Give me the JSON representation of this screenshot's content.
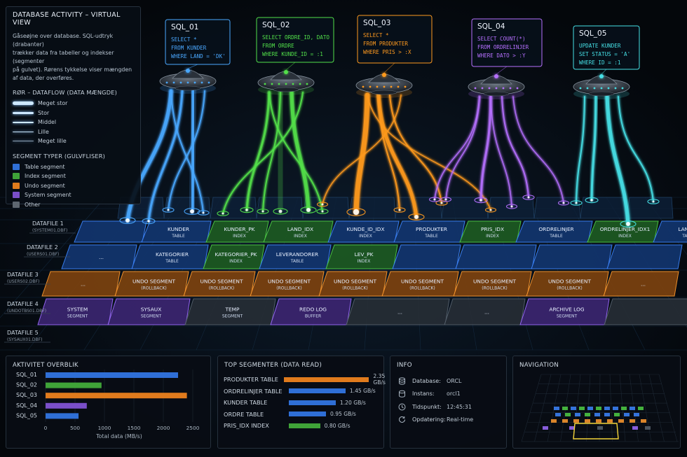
{
  "legend": {
    "title": "DATABASE ACTIVITY – VIRTUAL VIEW",
    "description_lines": [
      "Gåseøjne over database. SQL-udtryk (drabanter)",
      "trækker data fra tabeller og indekser (segmenter",
      "på gulvet). Rørens tykkelse viser mængden",
      "af data, der overføres."
    ],
    "pipe_title": "RØR – DATAFLOW (DATA MÆNGDE)",
    "pipes": [
      "Meget stor",
      "Stor",
      "Middel",
      "Lille",
      "Meget lille"
    ],
    "segment_title": "SEGMENT TYPER (GULVFLISER)",
    "segment_types": [
      {
        "label": "Table segment",
        "color": "#2f6fd6"
      },
      {
        "label": "Index segment",
        "color": "#3fa338"
      },
      {
        "label": "Undo segment",
        "color": "#e07b1d"
      },
      {
        "label": "System segment",
        "color": "#7a4fc9"
      },
      {
        "label": "Other",
        "color": "#5d6670"
      }
    ]
  },
  "queries": [
    {
      "id": "SQL_01",
      "lines": [
        "SELECT *",
        "FROM KUNDER",
        "WHERE LAND = 'DK'"
      ],
      "color": "#4aa8ff"
    },
    {
      "id": "SQL_02",
      "lines": [
        "SELECT ORDRE_ID, DATO",
        "FROM ORDRE",
        "WHERE KUNDE_ID = :1"
      ],
      "color": "#52e04a"
    },
    {
      "id": "SQL_03",
      "lines": [
        "SELECT *",
        "FROM PRODUKTER",
        "WHERE PRIS > :X"
      ],
      "color": "#ff9a1f"
    },
    {
      "id": "SQL_04",
      "lines": [
        "SELECT COUNT(*)",
        "FROM ORDRELINJER",
        "WHERE DATO > :Y"
      ],
      "color": "#b670ff"
    },
    {
      "id": "SQL_05",
      "lines": [
        "UPDATE KUNDER",
        "SET STATUS = 'A'",
        "WHERE ID = :1"
      ],
      "color": "#46e0e6"
    }
  ],
  "datafiles": [
    {
      "name": "DATAFILE 1",
      "file": "(SYSTEM01.DBF)"
    },
    {
      "name": "DATAFILE 2",
      "file": "(USERS01.DBF)"
    },
    {
      "name": "DATAFILE 3",
      "file": "(USERS02.DBF)"
    },
    {
      "name": "DATAFILE 4",
      "file": "(UNDOTBS01.DBF)"
    },
    {
      "name": "DATAFILE 5",
      "file": "(SYSAUX01.DBF)"
    }
  ],
  "tiles": {
    "row1": [
      {
        "l1": "",
        "l2": "",
        "t": "table"
      },
      {
        "l1": "KUNDER",
        "l2": "TABLE",
        "t": "table"
      },
      {
        "l1": "KUNDER_PK",
        "l2": "INDEX",
        "t": "index"
      },
      {
        "l1": "LAND_IDX",
        "l2": "INDEX",
        "t": "index"
      },
      {
        "l1": "KUNDE_ID_IDX",
        "l2": "INDEX",
        "t": "table"
      },
      {
        "l1": "PRODUKTER",
        "l2": "TABLE",
        "t": "table"
      },
      {
        "l1": "PRIS_IDX",
        "l2": "INDEX",
        "t": "index"
      },
      {
        "l1": "ORDRELINJER",
        "l2": "TABLE",
        "t": "table"
      },
      {
        "l1": "ORDRELINJER_IDX1",
        "l2": "INDEX",
        "t": "index"
      },
      {
        "l1": "LANDER",
        "l2": "TABLE",
        "t": "table"
      }
    ],
    "row2": [
      {
        "l1": "...",
        "l2": "",
        "t": "table"
      },
      {
        "l1": "KATEGORIER",
        "l2": "TABLE",
        "t": "table"
      },
      {
        "l1": "KATEGORIER_PK",
        "l2": "INDEX",
        "t": "index"
      },
      {
        "l1": "LEVERANDORER",
        "l2": "TABLE",
        "t": "table"
      },
      {
        "l1": "LEV_PK",
        "l2": "INDEX",
        "t": "index"
      },
      {
        "l1": "",
        "l2": "",
        "t": "table"
      },
      {
        "l1": "",
        "l2": "",
        "t": "table"
      },
      {
        "l1": "",
        "l2": "",
        "t": "table"
      },
      {
        "l1": "",
        "l2": "",
        "t": "table"
      }
    ],
    "row3": [
      {
        "l1": "...",
        "l2": "",
        "t": "undo"
      },
      {
        "l1": "UNDO SEGMENT",
        "l2": "(ROLLBACK)",
        "t": "undo"
      },
      {
        "l1": "UNDO SEGMENT",
        "l2": "(ROLLBACK)",
        "t": "undo"
      },
      {
        "l1": "UNDO SEGMENT",
        "l2": "(ROLLBACK)",
        "t": "undo"
      },
      {
        "l1": "UNDO SEGMENT",
        "l2": "(ROLLBACK)",
        "t": "undo"
      },
      {
        "l1": "UNDO SEGMENT",
        "l2": "(ROLLBACK)",
        "t": "undo"
      },
      {
        "l1": "UNDO SEGMENT",
        "l2": "(ROLLBACK)",
        "t": "undo"
      },
      {
        "l1": "UNDO SEGMENT",
        "l2": "(ROLLBACK)",
        "t": "undo"
      },
      {
        "l1": "...",
        "l2": "",
        "t": "undo"
      }
    ],
    "row4": [
      {
        "l1": "SYSTEM",
        "l2": "SEGMENT",
        "t": "system"
      },
      {
        "l1": "SYSAUX",
        "l2": "SEGMENT",
        "t": "system"
      },
      {
        "l1": "TEMP",
        "l2": "SEGMENT",
        "t": "other"
      },
      {
        "l1": "REDO LOG",
        "l2": "BUFFER",
        "t": "system"
      },
      {
        "l1": "...",
        "l2": "",
        "t": "other"
      },
      {
        "l1": "...",
        "l2": "",
        "t": "other"
      },
      {
        "l1": "ARCHIVE LOG",
        "l2": "SEGMENT",
        "t": "system"
      },
      {
        "l1": "",
        "l2": "",
        "t": "other"
      }
    ]
  },
  "activity": {
    "title": "AKTIVITET OVERBLIK",
    "chart_data": {
      "type": "bar",
      "orientation": "horizontal",
      "categories": [
        "SQL_01",
        "SQL_02",
        "SQL_03",
        "SQL_04",
        "SQL_05"
      ],
      "values": [
        2250,
        950,
        2400,
        700,
        560
      ],
      "colors": [
        "#2f6fd6",
        "#3fa338",
        "#e07b1d",
        "#7a4fc9",
        "#2f6fd6"
      ],
      "xlim": [
        0,
        2500
      ],
      "xticks": [
        "0",
        "500",
        "1000",
        "1500",
        "2000",
        "2500"
      ],
      "xlabel": "Total data (MB/s)"
    }
  },
  "top_segments": {
    "title": "TOP SEGMENTER (DATA READ)",
    "rows": [
      {
        "label": "PRODUKTER TABLE",
        "value": "2.35 GB/s",
        "amount": 2.35,
        "color": "#e07b1d"
      },
      {
        "label": "ORDRELINJER TABLE",
        "value": "1.45 GB/s",
        "amount": 1.45,
        "color": "#2f6fd6"
      },
      {
        "label": "KUNDER TABLE",
        "value": "1.20 GB/s",
        "amount": 1.2,
        "color": "#2f6fd6"
      },
      {
        "label": "ORDRE TABLE",
        "value": "0.95 GB/s",
        "amount": 0.95,
        "color": "#2f6fd6"
      },
      {
        "label": "PRIS_IDX INDEX",
        "value": "0.80 GB/s",
        "amount": 0.8,
        "color": "#3fa338"
      }
    ]
  },
  "info": {
    "title": "INFO",
    "rows": [
      {
        "key": "Database:",
        "value": "ORCL",
        "icon": "database-icon"
      },
      {
        "key": "Instans:",
        "value": "orcl1",
        "icon": "instance-icon"
      },
      {
        "key": "Tidspunkt:",
        "value": "12:45:31",
        "icon": "clock-icon"
      },
      {
        "key": "Opdatering:",
        "value": "Real-time",
        "icon": "refresh-icon"
      }
    ]
  },
  "navigation": {
    "title": "NAVIGATION"
  },
  "colors": {
    "table": "#2f6fd6",
    "index": "#3fa338",
    "undo": "#e07b1d",
    "system": "#7a4fc9",
    "other": "#5d6670"
  }
}
